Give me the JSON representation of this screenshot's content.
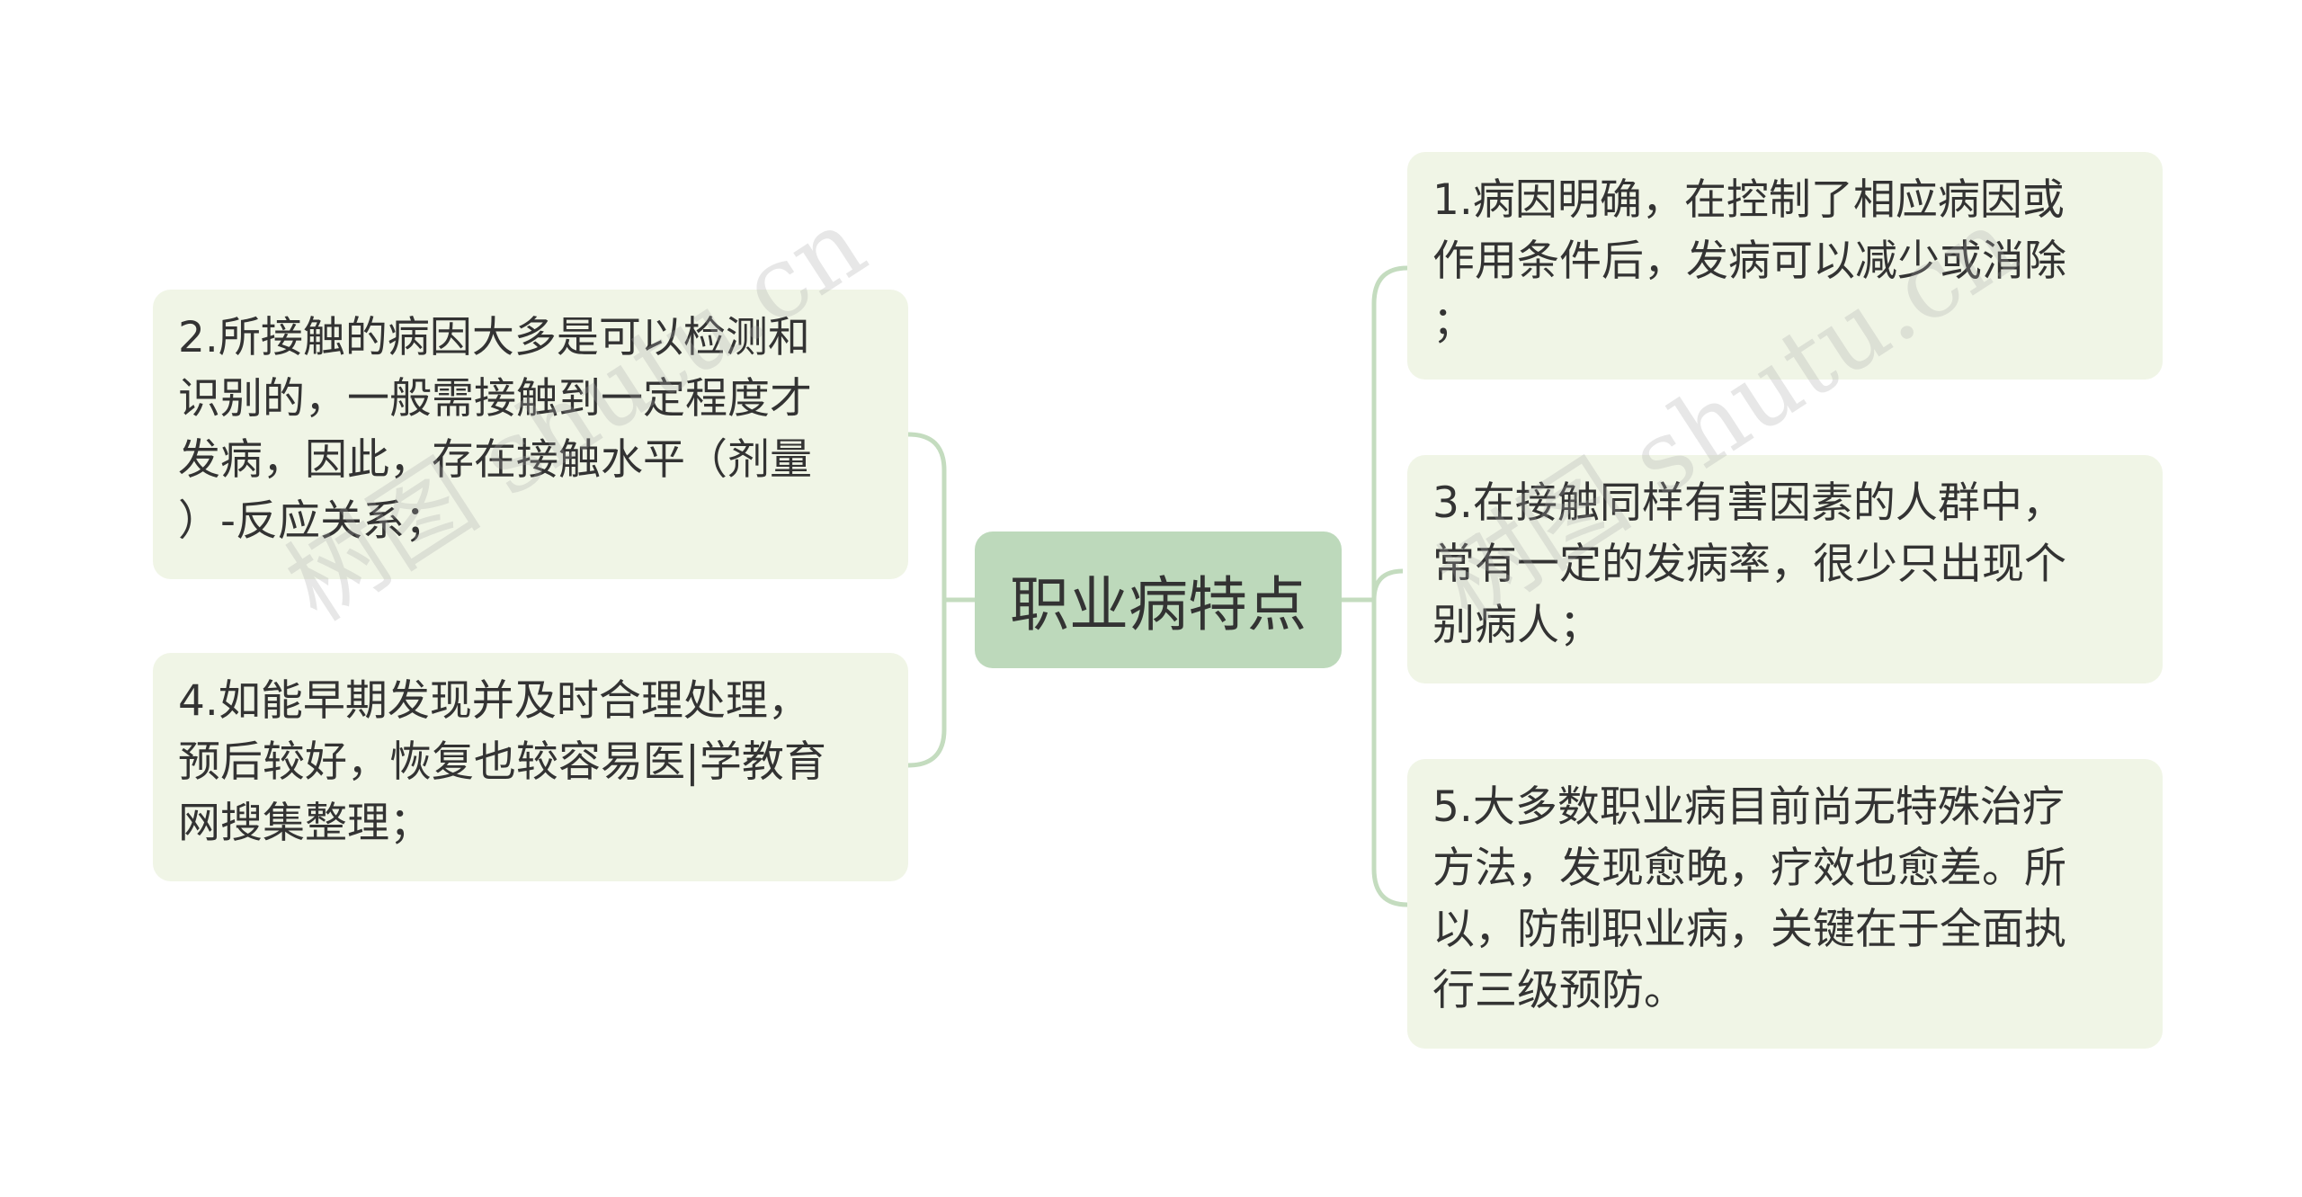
{
  "colors": {
    "center_fill": "#bdd9bb",
    "node_fill": "#f0f5e6",
    "connector": "#c4dcbf",
    "text": "#333333"
  },
  "center": {
    "label": "职业病特点"
  },
  "left_nodes": [
    {
      "text": "2.所接触的病因大多是可以检测和\n识别的，一般需接触到一定程度才\n发病，因此，存在接触水平（剂量\n）-反应关系；"
    },
    {
      "text": "4.如能早期发现并及时合理处理，\n预后较好，恢复也较容易医|学教育\n网搜集整理；"
    }
  ],
  "right_nodes": [
    {
      "text": "1.病因明确，在控制了相应病因或\n作用条件后，发病可以减少或消除\n；"
    },
    {
      "text": "3.在接触同样有害因素的人群中，\n常有一定的发病率，很少只出现个\n别病人；"
    },
    {
      "text": "5.大多数职业病目前尚无特殊治疗\n方法，发现愈晚，疗效也愈差。所\n以，防制职业病，关键在于全面执\n行三级预防。"
    }
  ],
  "watermarks": [
    "树图 shutu.cn",
    "树图 shutu.cn"
  ]
}
